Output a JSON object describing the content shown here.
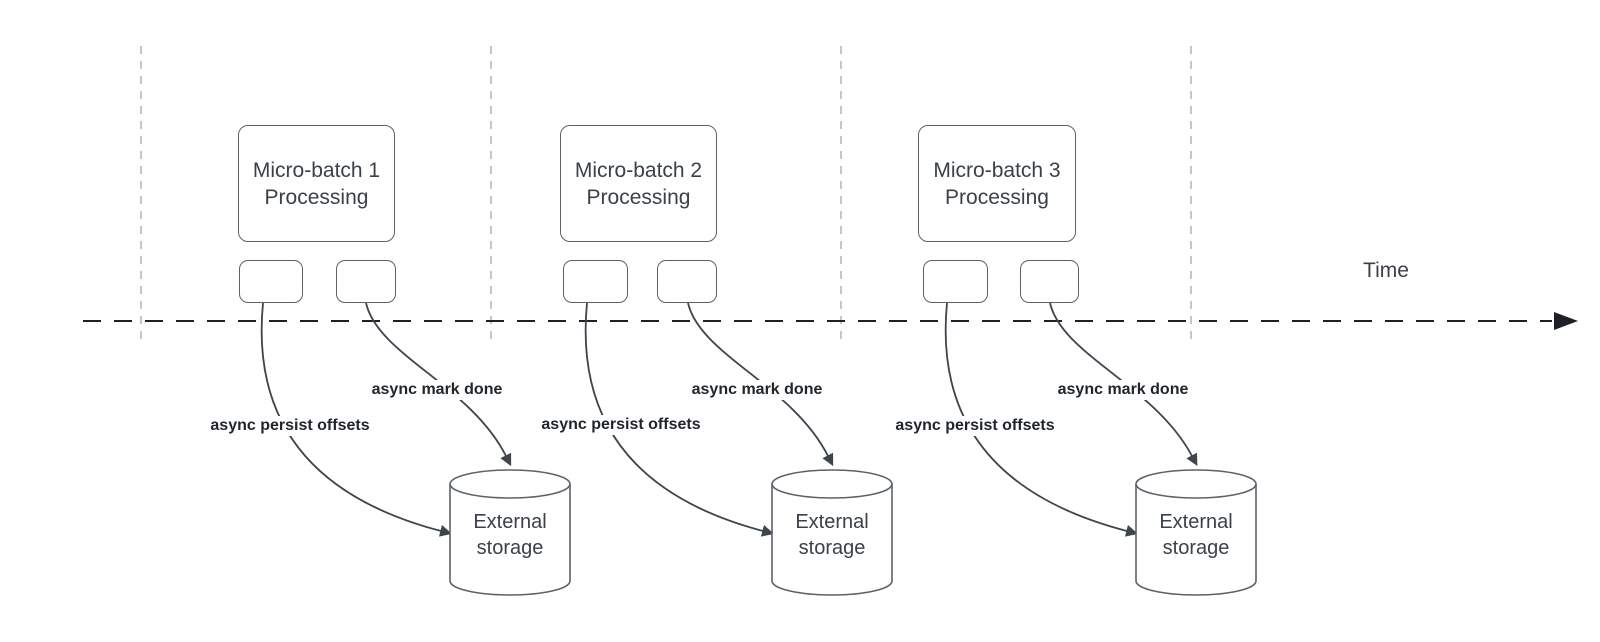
{
  "diagram": {
    "time_axis_label": "Time",
    "groups": [
      {
        "box_label": "Micro-batch 1\nProcessing",
        "persist_label": "async persist offsets",
        "done_label": "async mark done",
        "storage_label": "External\nstorage"
      },
      {
        "box_label": "Micro-batch 2\nProcessing",
        "persist_label": "async persist offsets",
        "done_label": "async mark done",
        "storage_label": "External\nstorage"
      },
      {
        "box_label": "Micro-batch 3\nProcessing",
        "persist_label": "async persist offsets",
        "done_label": "async mark done",
        "storage_label": "External\nstorage"
      }
    ],
    "colors": {
      "background": "#ffffff",
      "axis": "#1d2025",
      "arrow": "#3e454d",
      "shape_border": "#5b6269",
      "guide_line": "#b4b9bd",
      "shape_text": "#3b4149",
      "flow_label_text": "#21262c"
    }
  }
}
